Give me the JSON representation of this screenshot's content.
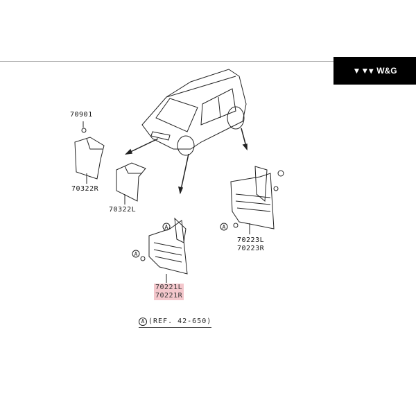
{
  "brand": {
    "name": "W&G",
    "icon": "triangles-logo-icon"
  },
  "parts": {
    "fastener": "70901",
    "front_right_liner": "70322R",
    "front_left_liner": "70322L",
    "front_mudflap_left": "70221L",
    "front_mudflap_right": "70221R",
    "rear_mudflap_left": "70223L",
    "rear_mudflap_right": "70223R"
  },
  "marker": "A",
  "reference": "(REF. 42-650)",
  "highlight_color": "#f4c7cc"
}
